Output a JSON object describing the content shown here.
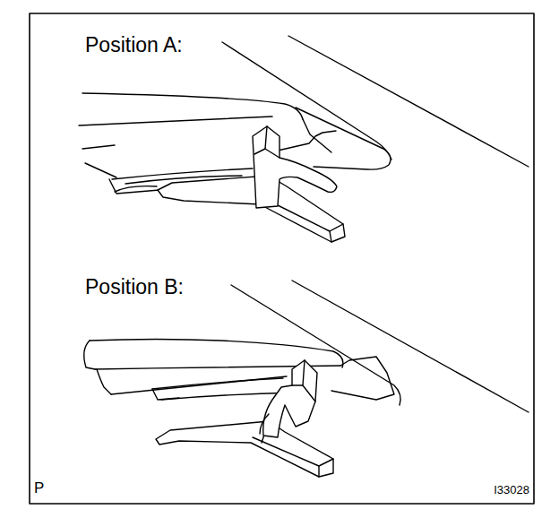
{
  "diagram": {
    "labels": [
      "Position A:",
      "Position B:",
      "P",
      "I33028"
    ]
  }
}
